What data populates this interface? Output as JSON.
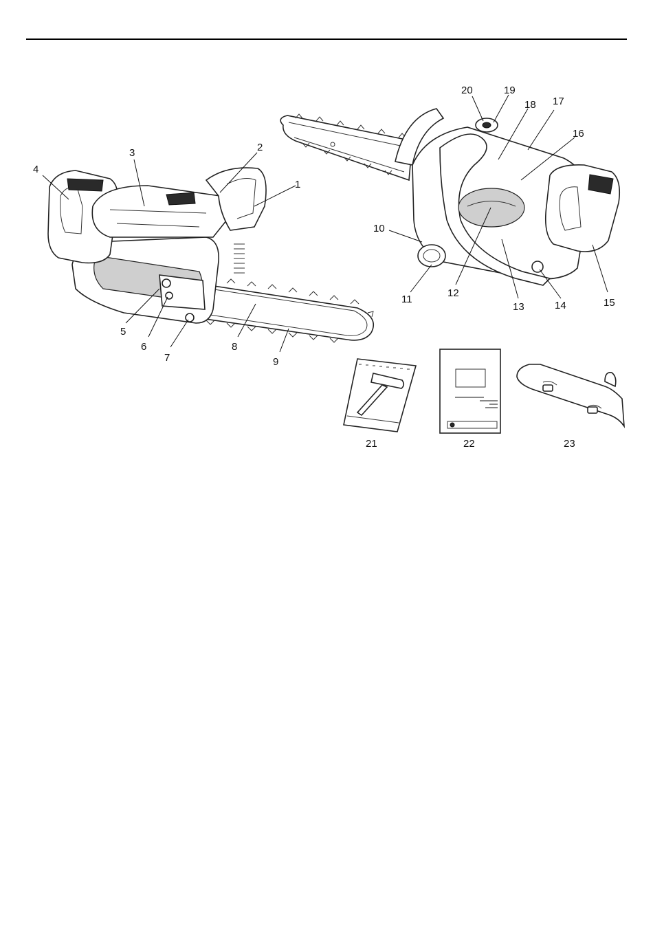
{
  "figure": {
    "callouts": [
      "1",
      "2",
      "3",
      "4",
      "5",
      "6",
      "7",
      "8",
      "9",
      "10",
      "11",
      "12",
      "13",
      "14",
      "15",
      "16",
      "17",
      "18",
      "19",
      "20",
      "21",
      "22",
      "23"
    ]
  },
  "icons": {
    "left_saw": "chainsaw-side-view-icon",
    "right_saw": "chainsaw-rear-view-icon",
    "wrench": "combination-wrench-icon",
    "manual": "instruction-manual-icon",
    "cover": "guide-bar-cover-icon"
  }
}
